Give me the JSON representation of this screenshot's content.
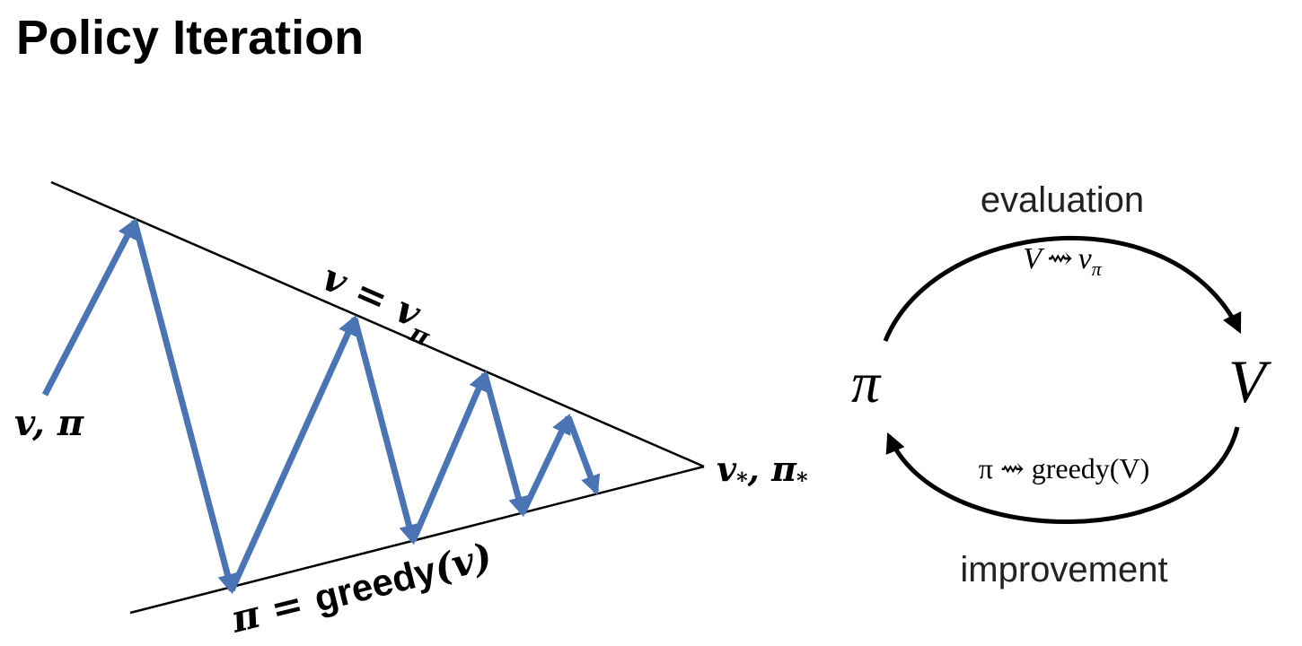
{
  "title": "Policy Iteration",
  "colors": {
    "arrow": "#4a74b4",
    "line": "#000000",
    "text": "#000000"
  },
  "left_diagram": {
    "start_label": "v, π",
    "top_line_label": "v = v",
    "top_line_label_sub": "π",
    "bottom_line_label_prefix": "π = ",
    "bottom_line_label_word": "greedy",
    "bottom_line_label_arg": "(v)",
    "end_label": "v",
    "end_label_sub1": "*",
    "end_label_mid": ", π",
    "end_label_sub2": "*"
  },
  "right_diagram": {
    "pi_node": "π",
    "v_node": "V",
    "evaluation_label": "evaluation",
    "evaluation_formula_lhs": "V",
    "evaluation_formula_arrow": "⇝",
    "evaluation_formula_rhs": "v",
    "evaluation_formula_rhs_sub": "π",
    "improvement_label": "improvement",
    "improvement_formula": "π ⇝ greedy(V)"
  }
}
